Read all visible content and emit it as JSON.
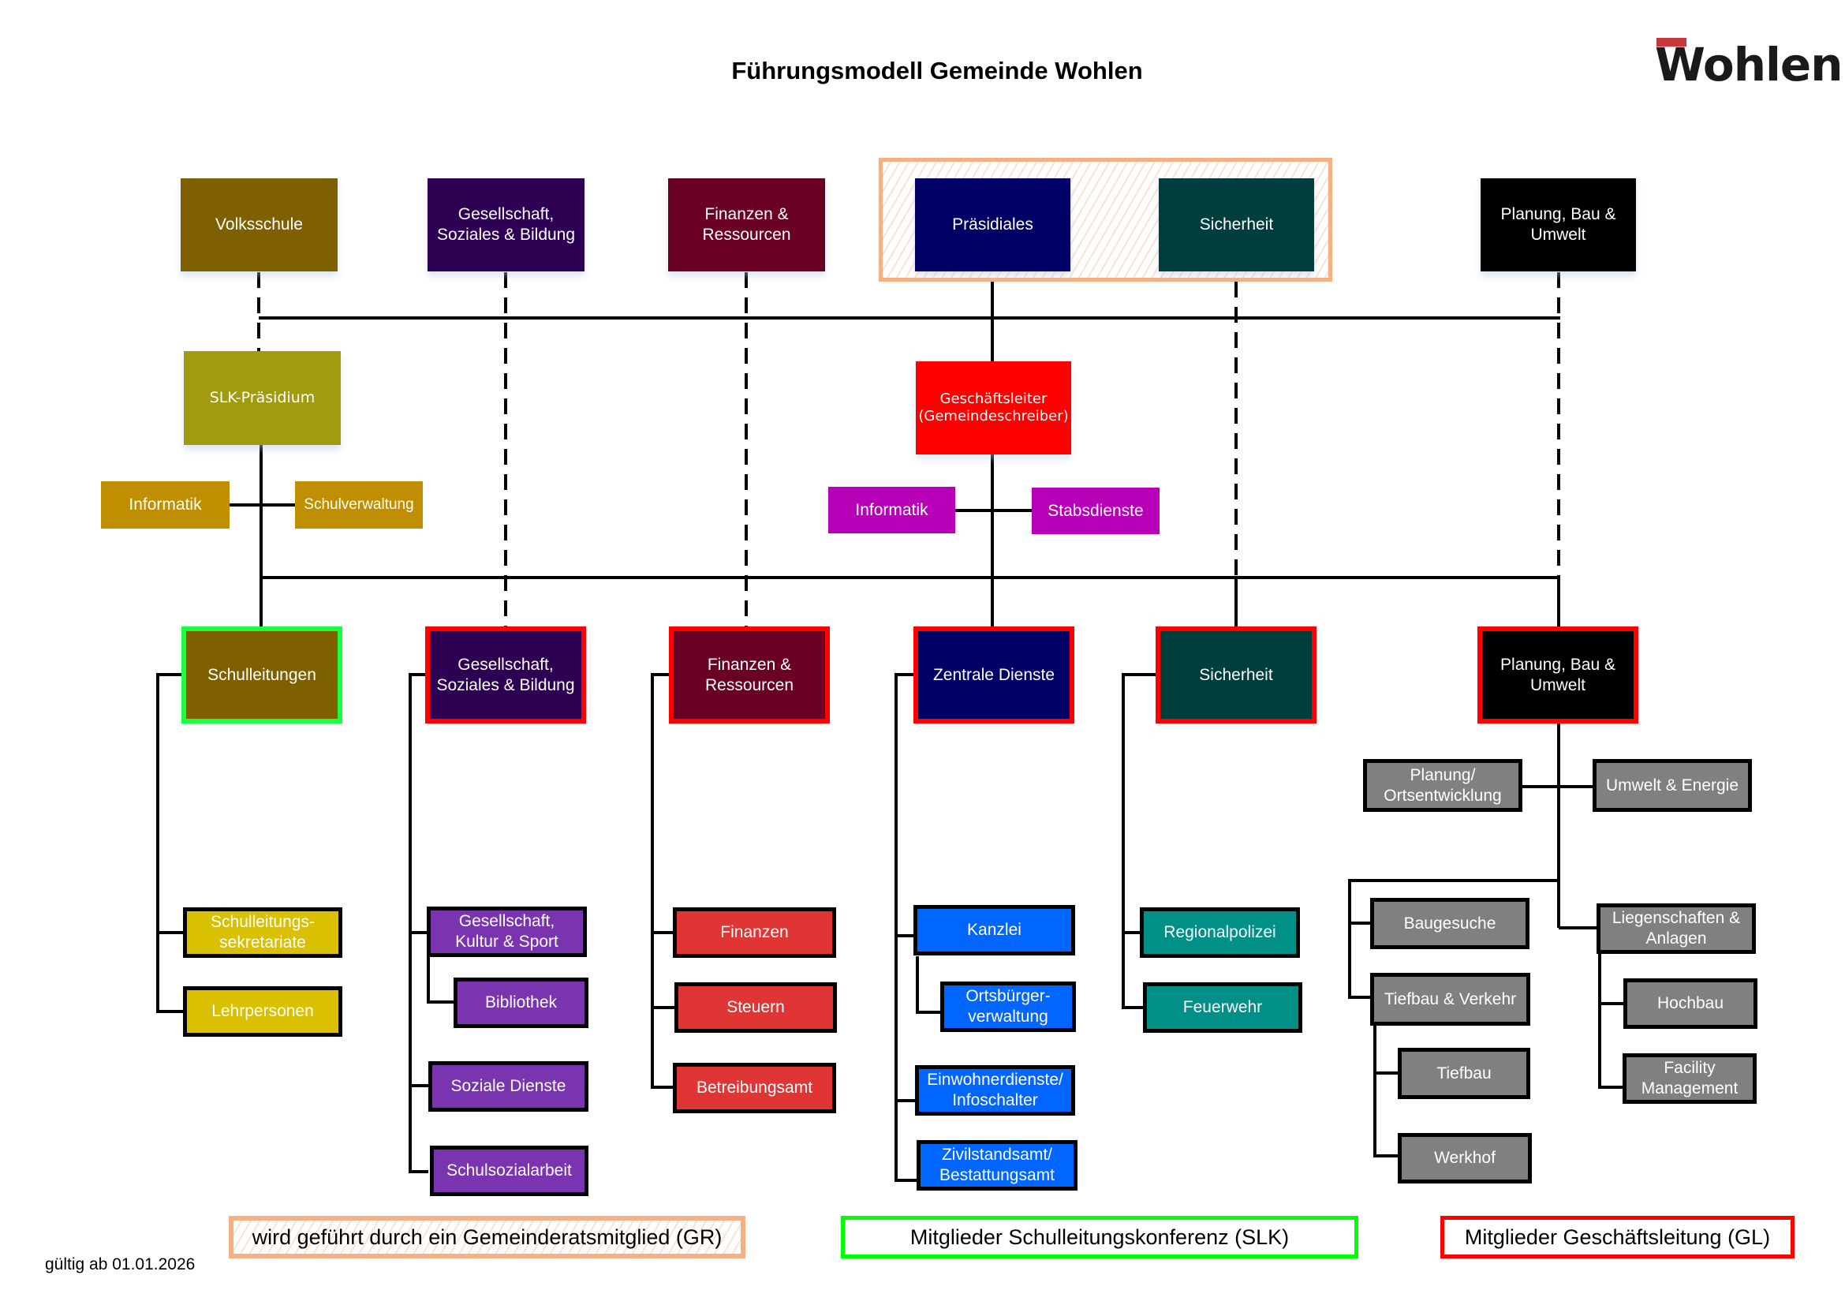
{
  "title": "Führungsmodell Gemeinde Wohlen",
  "logo": {
    "text": "Wohlen",
    "accent": "#c8373a"
  },
  "colors": {
    "gr_frame": "#f4b183",
    "slk_frame": "#00ff00",
    "gl_frame": "#ff0000"
  },
  "top_row": {
    "volksschule": "Volksschule",
    "gesellschaft": "Gesellschaft,\nSoziales & Bildung",
    "finanzen": "Finanzen &\nRessourcen",
    "praesidiales": "Präsidiales",
    "sicherheit": "Sicherheit",
    "planung": "Planung, Bau &\nUmwelt"
  },
  "middle": {
    "slk_praesidium": "SLK-Präsidium",
    "slk_informatik": "Informatik",
    "schulverwaltung": "Schulverwaltung",
    "geschaeftsleiter": "Geschäftsleiter\n(Gemeindeschreiber)",
    "gl_informatik": "Informatik",
    "stabsdienste": "Stabsdienste"
  },
  "departments": {
    "schulleitungen": "Schulleitungen",
    "gesellschaft": "Gesellschaft,\nSoziales & Bildung",
    "finanzen": "Finanzen &\nRessourcen",
    "zentrale_dienste": "Zentrale Dienste",
    "sicherheit": "Sicherheit",
    "planung": "Planung, Bau &\nUmwelt"
  },
  "units": {
    "schule": [
      "Schulleitungs-\nsekretariate",
      "Lehrpersonen"
    ],
    "gesellschaft": [
      "Gesellschaft,\nKultur & Sport",
      "Bibliothek",
      "Soziale Dienste",
      "Schulsozialarbeit"
    ],
    "finanzen": [
      "Finanzen",
      "Steuern",
      "Betreibungsamt"
    ],
    "zentrale": [
      "Kanzlei",
      "Ortsbürger-\nverwaltung",
      "Einwohnerdienste/\nInfoschalter",
      "Zivilstandsamt/\nBestattungsamt"
    ],
    "sicherheit": [
      "Regionalpolizei",
      "Feuerwehr"
    ],
    "planung": [
      "Planung/\nOrtsentwicklung",
      "Umwelt & Energie",
      "Baugesuche",
      "Tiefbau & Verkehr",
      "Tiefbau",
      "Werkhof",
      "Liegenschaften &\nAnlagen",
      "Hochbau",
      "Facility\nManagement"
    ]
  },
  "legend": {
    "gr": "wird geführt durch ein Gemeinderatsmitglied (GR)",
    "slk": "Mitglieder Schulleitungskonferenz (SLK)",
    "gl": "Mitglieder Geschäftsleitung (GL)"
  },
  "valid_from": "gültig ab 01.01.2026"
}
